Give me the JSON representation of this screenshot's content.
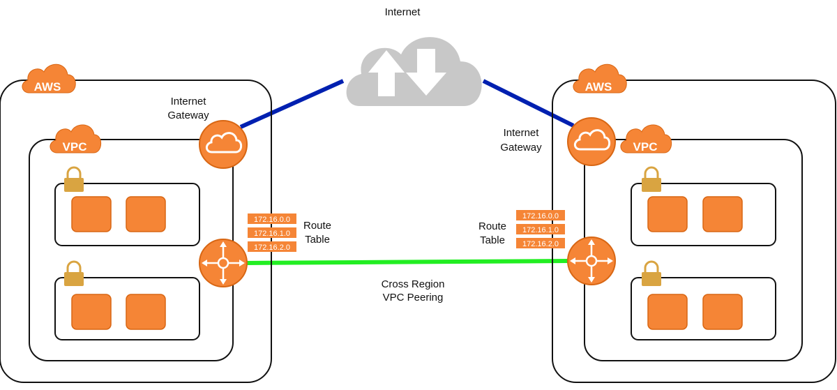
{
  "internet": {
    "label": "Internet"
  },
  "left_region": {
    "aws_badge": "AWS",
    "vpc_badge": "VPC",
    "gateway_label_line1": "Internet",
    "gateway_label_line2": "Gateway",
    "route_table_label_line1": "Route",
    "route_table_label_line2": "Table",
    "route_entries": [
      "172.16.0.0",
      "172.16.1.0",
      "172.16.2.0"
    ]
  },
  "right_region": {
    "aws_badge": "AWS",
    "vpc_badge": "VPC",
    "gateway_label_line1": "Internet",
    "gateway_label_line2": "Gateway",
    "route_table_label_line1": "Route",
    "route_table_label_line2": "Table",
    "route_entries": [
      "172.16.0.0",
      "172.16.1.0",
      "172.16.2.0"
    ]
  },
  "peering": {
    "label_line1": "Cross Region",
    "label_line2": "VPC Peering"
  },
  "colors": {
    "aws_orange": "#F58536",
    "orange_border": "#D86613",
    "internet_link": "#0020B0",
    "peering_link": "#22EE22",
    "cloud_gray": "#C8C8C8",
    "lock_gold": "#D9A441"
  }
}
